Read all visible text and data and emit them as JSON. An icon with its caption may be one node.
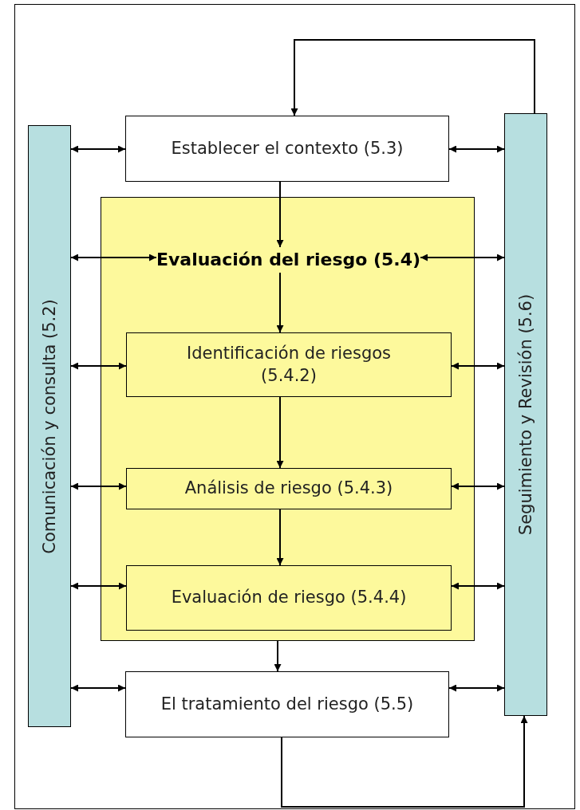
{
  "diagram": {
    "nodes": [
      {
        "text": [
          "Comunicación y consulta (5.2)"
        ]
      },
      {
        "text": [
          "Establecer el contexto (5.3)"
        ]
      },
      {
        "text": [],
        "shape": "box"
      },
      {
        "text": [
          "Evaluación del riesgo (5.4)"
        ],
        "in": 2
      },
      {
        "text": [
          "Identificación de riesgos (5.4.2)"
        ],
        "in": 2
      },
      {
        "text": [
          "Análisis de riesgo (5.4.3)"
        ],
        "in": 2
      },
      {
        "text": [
          "Evaluación de riesgo (5.4.4)"
        ],
        "in": 2
      },
      {
        "text": [
          "El tratamiento del riesgo (5.5)"
        ]
      },
      {
        "text": [
          "Seguimiento y Revisión (5.6)"
        ]
      }
    ],
    "edges": [
      {
        "from": 8,
        "to": 1,
        "arrow": "to"
      },
      {
        "from": 1,
        "to": 3,
        "arrow": "to"
      },
      {
        "from": 3,
        "to": 4,
        "arrow": "to"
      },
      {
        "from": 4,
        "to": 5,
        "arrow": "to"
      },
      {
        "from": 5,
        "to": 6,
        "arrow": "to"
      },
      {
        "from": 2,
        "to": 7,
        "arrow": "to"
      },
      {
        "from": 7,
        "to": 8,
        "arrow": "to"
      },
      {
        "from": 0,
        "to": 1,
        "arrow": "both"
      },
      {
        "from": 0,
        "to": 3,
        "arrow": "both"
      },
      {
        "from": 0,
        "to": 4,
        "arrow": "both"
      },
      {
        "from": 0,
        "to": 5,
        "arrow": "both"
      },
      {
        "from": 0,
        "to": 6,
        "arrow": "both"
      },
      {
        "from": 0,
        "to": 7,
        "arrow": "both"
      },
      {
        "from": 1,
        "to": 8,
        "arrow": "both"
      },
      {
        "from": 3,
        "to": 8,
        "arrow": "both"
      },
      {
        "from": 4,
        "to": 8,
        "arrow": "both"
      },
      {
        "from": 5,
        "to": 8,
        "arrow": "both"
      },
      {
        "from": 6,
        "to": 8,
        "arrow": "both"
      },
      {
        "from": 7,
        "to": 8,
        "arrow": "both"
      }
    ]
  }
}
